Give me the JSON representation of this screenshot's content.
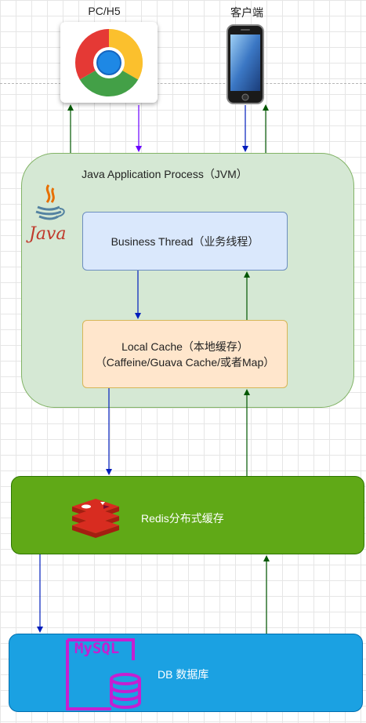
{
  "clients": {
    "pc_label": "PC/H5",
    "mobile_label": "客户端"
  },
  "jvm": {
    "title": "Java Application Process（JVM）",
    "java_logo_text": "Java"
  },
  "business_thread": {
    "label": "Business Thread（业务线程）"
  },
  "local_cache": {
    "line1": "Local Cache（本地缓存）",
    "line2": "（Caffeine/Guava Cache/或者Map）"
  },
  "redis": {
    "label": "Redis分布式缓存"
  },
  "db": {
    "label": "DB 数据库",
    "logo_text": "MySQL"
  },
  "colors": {
    "request_arrow": "#001dbc",
    "response_arrow": "#005700",
    "up_arrow_from_pc": "#6a00ff",
    "jvm_fill": "#d5e8d4",
    "redis_fill": "#60a917",
    "db_fill": "#1ba1e2",
    "mysql_purple": "#c51fd1"
  }
}
